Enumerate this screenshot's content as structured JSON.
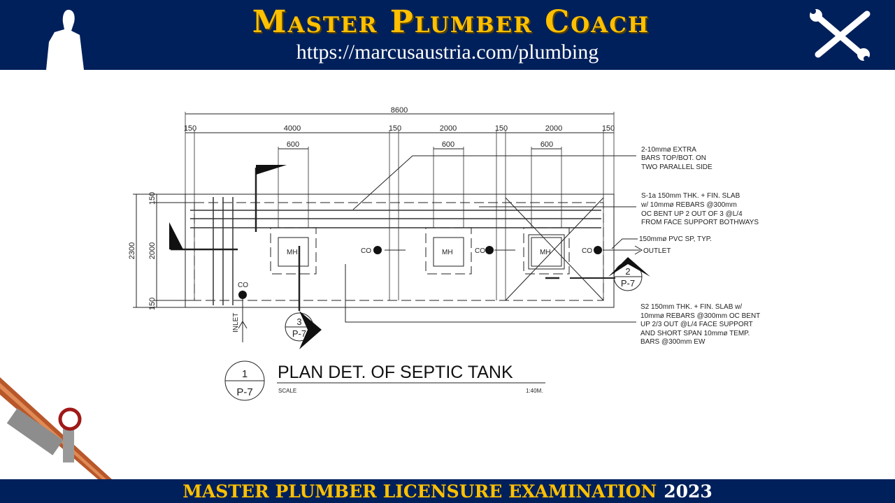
{
  "header": {
    "title": "Master Plumber Coach",
    "url": "https://marcusaustria.com/plumbing",
    "logo_icon": "plumber-silhouette-icon",
    "tools_icon": "wrench-screwdriver-icon"
  },
  "drawing": {
    "dims_top": {
      "overall": "8600",
      "segments": [
        "150",
        "4000",
        "150",
        "2000",
        "150",
        "2000",
        "150"
      ],
      "manhole_width": [
        "600",
        "600",
        "600"
      ]
    },
    "dims_left": {
      "overall": "2300",
      "segments": [
        "150",
        "2000",
        "150"
      ]
    },
    "labels": {
      "mh": [
        "MH",
        "MH",
        "MH"
      ],
      "co": [
        "CO",
        "CO",
        "CO",
        "CO"
      ],
      "inlet": "INLET",
      "outlet": "OUTLET"
    },
    "section_markers": [
      {
        "num": "3",
        "sheet": "P-7"
      },
      {
        "num": "2",
        "sheet": "P-7"
      }
    ],
    "notes": [
      [
        "2-10mmø EXTRA",
        "BARS TOP/BOT. ON",
        "TWO PARALLEL SIDE"
      ],
      [
        "S-1a 150mm THK. + FIN. SLAB",
        "w/ 10mmø REBARS @300mm",
        "OC BENT UP 2 OUT OF 3 @L/4",
        "FROM FACE SUPPORT BOTHWAYS"
      ],
      [
        "150mmø PVC SP, TYP."
      ],
      [
        "S2 150mm THK. + FIN. SLAB w/",
        "10mmø REBARS @300mm OC BENT",
        "UP 2/3 OUT @L/4 FACE SUPPORT",
        "AND SHORT SPAN 10mmø TEMP.",
        "BARS @300mm EW"
      ]
    ],
    "title_block": {
      "num": "1",
      "sheet": "P-7",
      "title": "PLAN DET. OF SEPTIC TANK",
      "scale_label": "SCALE",
      "scale": "1:40M."
    }
  },
  "footer": {
    "text": "MASTER PLUMBER LICENSURE EXAMINATION",
    "year": "2023"
  },
  "colors": {
    "navy": "#00205b",
    "gold": "#ffc000"
  }
}
